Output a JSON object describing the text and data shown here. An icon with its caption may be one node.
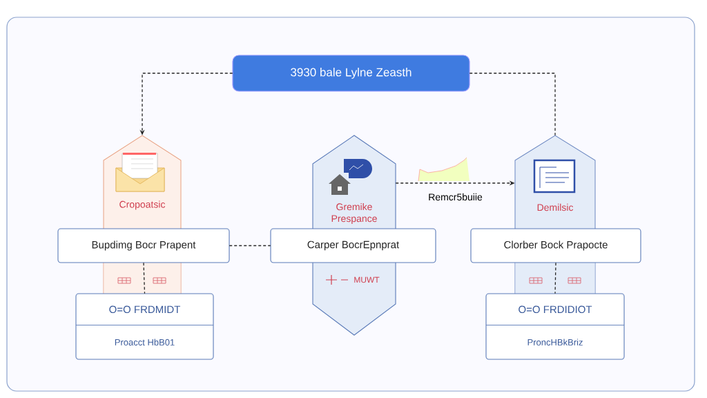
{
  "diagram": {
    "nodes": [
      {
        "text": [
          "3930 bale Lylne Zeasth"
        ]
      },
      {
        "text": [
          "Cropoatsic"
        ]
      },
      {
        "text": [
          "Bupdimg Bocr Prapent"
        ]
      },
      {
        "text": [
          "O=O FRDMIDT",
          "Proacct HbB01"
        ]
      },
      {
        "text": [
          "Gremike Prespance",
          "MUWT"
        ]
      },
      {
        "text": [
          "Carper BocrEpnprat"
        ]
      },
      {
        "text": [
          "Demilsic"
        ]
      },
      {
        "text": [
          "Clorber Bock Prapocte"
        ]
      },
      {
        "text": [
          "O=O FRDIDIOT",
          "ProncHBkBriz"
        ]
      }
    ],
    "edges": [
      {
        "from": 0,
        "to": 1,
        "arrow": "to",
        "style": "dashed"
      },
      {
        "from": 0,
        "to": 6,
        "arrow": "none",
        "style": "dashed"
      },
      {
        "from": 2,
        "to": 5,
        "arrow": "none",
        "style": "dashed"
      },
      {
        "from": 4,
        "to": 6,
        "arrow": "to",
        "style": "dashed",
        "label": "Remcr5buiie"
      },
      {
        "from": 2,
        "to": 3,
        "arrow": "none",
        "style": "dashed"
      },
      {
        "from": 7,
        "to": 8,
        "arrow": "none",
        "style": "dashed"
      }
    ]
  }
}
